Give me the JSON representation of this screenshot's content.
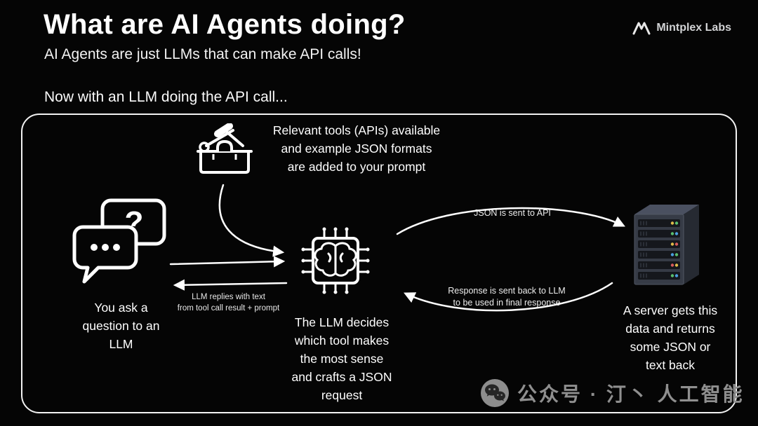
{
  "header": {
    "title": "What are AI Agents doing?",
    "subtitle": "AI Agents are just LLMs that can make API calls!",
    "brand": "Mintplex Labs"
  },
  "intro": "Now with an LLM doing the API call...",
  "diagram": {
    "toolbox_note": "Relevant tools (APIs) available\nand example JSON formats\nare added to your prompt",
    "user_caption": "You ask a\nquestion to an\nLLM",
    "llm_caption": "The LLM decides\nwhich tool makes\nthe most sense\nand crafts a JSON\nrequest",
    "server_caption": "A server gets this\ndata and returns\nsome JSON or\ntext back",
    "reply_label": "LLM replies with text\nfrom tool call result + prompt",
    "json_to_api_label": "JSON is sent to API",
    "response_label": "Response is sent back to LLM\nto be used in final response",
    "question_mark": "?",
    "icons": {
      "tools": "toolbox-icon",
      "user": "chat-bubbles-icon",
      "llm": "cpu-brain-icon",
      "server": "server-rack-icon",
      "brand": "mintplex-logo-icon",
      "watermark": "wechat-icon"
    }
  },
  "watermark": {
    "text": "公众号 · 汀丶 人工智能"
  },
  "colors": {
    "background": "#050505",
    "foreground": "#ffffff",
    "muted": "#8f8f8f",
    "led_yellow": "#dfbb49",
    "led_green": "#5abf6e",
    "led_blue": "#4a9fe0",
    "led_red": "#d85c5c"
  }
}
